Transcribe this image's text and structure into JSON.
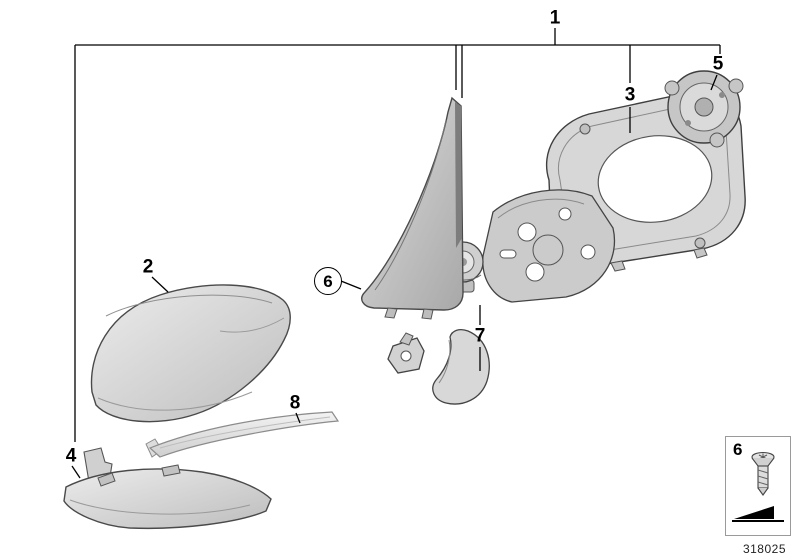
{
  "diagram": {
    "number": "318025"
  },
  "callouts": {
    "c1": "1",
    "c2": "2",
    "c3": "3",
    "c4": "4",
    "c5": "5",
    "c6": "6",
    "c7": "7",
    "c8": "8"
  },
  "legend": {
    "part_label": "6"
  },
  "icons": {
    "screw": "countersunk-torx-screw-icon",
    "arrow": "direction-arrow-icon"
  }
}
